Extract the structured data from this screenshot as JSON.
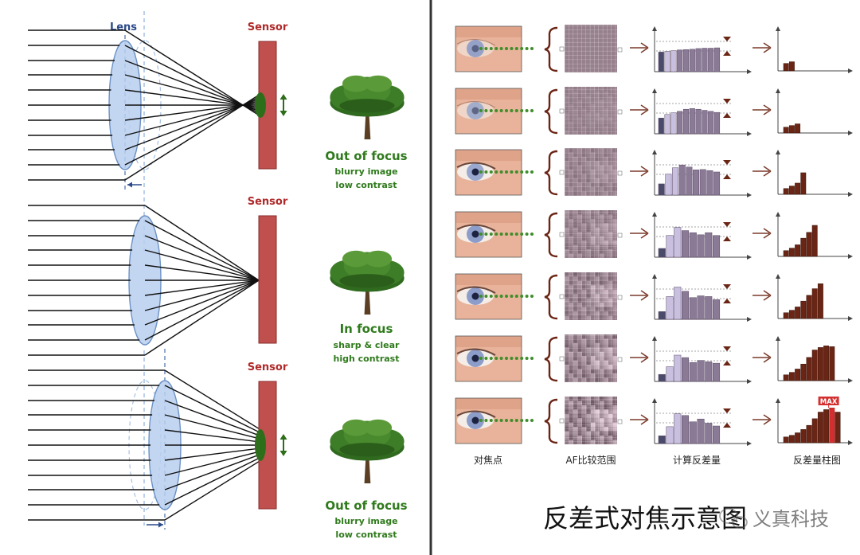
{
  "colors": {
    "lens_fill": "#b9cfee",
    "lens_stroke": "#6d92c6",
    "label_blue": "#2c4a8a",
    "sensor_fill": "#c0504d",
    "sensor_stroke": "#8a2b2b",
    "sensor_label": "#b02a2a",
    "focus_green": "#2d6e1a",
    "caption_green": "#2f7a1c",
    "brown": "#6a2515",
    "arrow_brown": "#7a3a2a",
    "divider": "#333333",
    "max_red": "#d32f2f"
  },
  "left_panel": {
    "lens_label": "Lens",
    "sensor_label": "Sensor",
    "rows": [
      {
        "title": "Out of focus",
        "line1": "blurry image",
        "line2": "low contrast"
      },
      {
        "title": "In focus",
        "line1": "sharp & clear",
        "line2": "high contrast"
      },
      {
        "title": "Out of focus",
        "line1": "blurry image",
        "line2": "low contrast"
      }
    ],
    "icons": [
      "tree-icon",
      "focus-arrow-icon",
      "shift-arrow-icon"
    ]
  },
  "right_panel": {
    "column_labels": [
      "对焦点",
      "AF比较范围",
      "计算反差量",
      "反差量柱图"
    ],
    "max_label": "MAX",
    "caption": "反差式对焦示意图",
    "watermark": "义真科技",
    "icons": [
      "wechat-icon",
      "brace-icon",
      "right-arrow-icon",
      "triangle-down-icon",
      "triangle-up-icon"
    ],
    "rows": [
      {
        "contrast": [
          0.56,
          0.58,
          0.6,
          0.62,
          0.63,
          0.64,
          0.66,
          0.67,
          0.67,
          0.68
        ],
        "history": [
          0.18,
          0.22
        ]
      },
      {
        "contrast": [
          0.45,
          0.55,
          0.6,
          0.64,
          0.7,
          0.72,
          0.7,
          0.67,
          0.64,
          0.61
        ],
        "history": [
          0.14,
          0.18,
          0.22
        ]
      },
      {
        "contrast": [
          0.32,
          0.6,
          0.78,
          0.86,
          0.8,
          0.72,
          0.73,
          0.7,
          0.66
        ],
        "history": [
          0.14,
          0.2,
          0.27,
          0.52
        ]
      },
      {
        "contrast": [
          0.25,
          0.62,
          0.85,
          0.76,
          0.7,
          0.64,
          0.7,
          0.62
        ],
        "history": [
          0.14,
          0.2,
          0.28,
          0.44,
          0.58,
          0.75
        ]
      },
      {
        "contrast": [
          0.22,
          0.65,
          0.92,
          0.8,
          0.62,
          0.67,
          0.65,
          0.56
        ],
        "history": [
          0.14,
          0.2,
          0.28,
          0.42,
          0.56,
          0.72,
          0.84
        ]
      },
      {
        "contrast": [
          0.2,
          0.42,
          0.75,
          0.68,
          0.54,
          0.6,
          0.56,
          0.52
        ],
        "history": [
          0.14,
          0.2,
          0.28,
          0.4,
          0.56,
          0.74,
          0.8,
          0.84,
          0.82
        ]
      },
      {
        "contrast": [
          0.22,
          0.48,
          0.85,
          0.8,
          0.62,
          0.7,
          0.58,
          0.5
        ],
        "history": [
          0.14,
          0.18,
          0.24,
          0.32,
          0.42,
          0.58,
          0.74,
          0.8,
          0.84,
          0.74
        ],
        "max_index": 8
      }
    ]
  }
}
